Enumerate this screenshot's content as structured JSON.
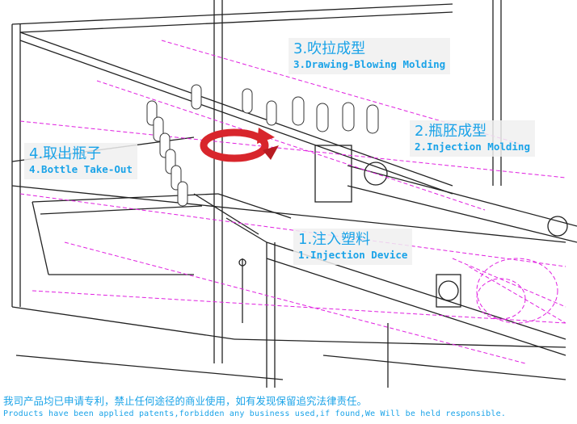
{
  "labels": {
    "step3": {
      "cn": "3.吹拉成型",
      "en": "3.Drawing-Blowing Molding"
    },
    "step2": {
      "cn": "2.瓶胚成型",
      "en": "2.Injection Molding"
    },
    "step4": {
      "cn": "4.取出瓶子",
      "en": "4.Bottle Take-Out"
    },
    "step1": {
      "cn": "1.注入塑料",
      "en": "1.Injection Device"
    }
  },
  "notice": {
    "cn": "我司产品均已申请专利，禁止任何途径的商业使用，如有发现保留追究法律责任。",
    "en": "Products have been applied patents,forbidden any business used,if found,We Will be held responsible."
  },
  "colors": {
    "label_text": "#1aa3e8",
    "line": "#222222",
    "hidden_line": "#e020e0",
    "arrow": "#d8262c"
  },
  "icons": {
    "rotation": "rotation-arrow-icon"
  }
}
